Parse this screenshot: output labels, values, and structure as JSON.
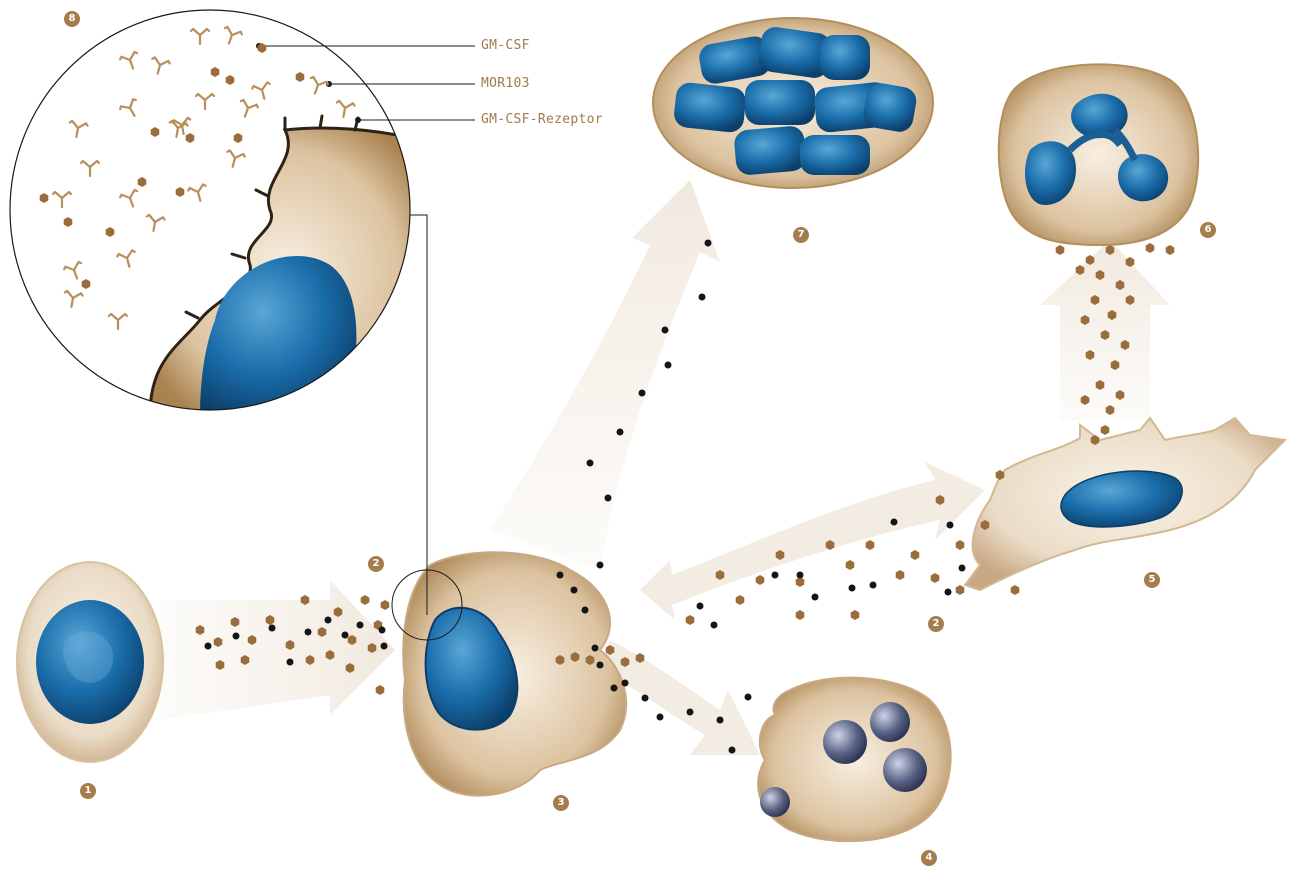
{
  "labels": {
    "gmcsf": "GM-CSF",
    "mor103": "MOR103",
    "receptor": "GM-CSF-Rezeptor"
  },
  "badges": [
    "1",
    "2",
    "2",
    "3",
    "4",
    "5",
    "6",
    "7",
    "8"
  ],
  "colors": {
    "gm_csf": "#9a6e3c",
    "antibody": "#b88f5a",
    "label_text": "#a07a4a",
    "badge": "#a57c4c",
    "nucleus": "#1b6eab",
    "cytoplasm": "#e7d6bd",
    "arrow": "#f0e8dd"
  },
  "icons": [
    "gm-csf-hexagon-icon",
    "mor103-antibody-icon",
    "receptor-icon"
  ]
}
